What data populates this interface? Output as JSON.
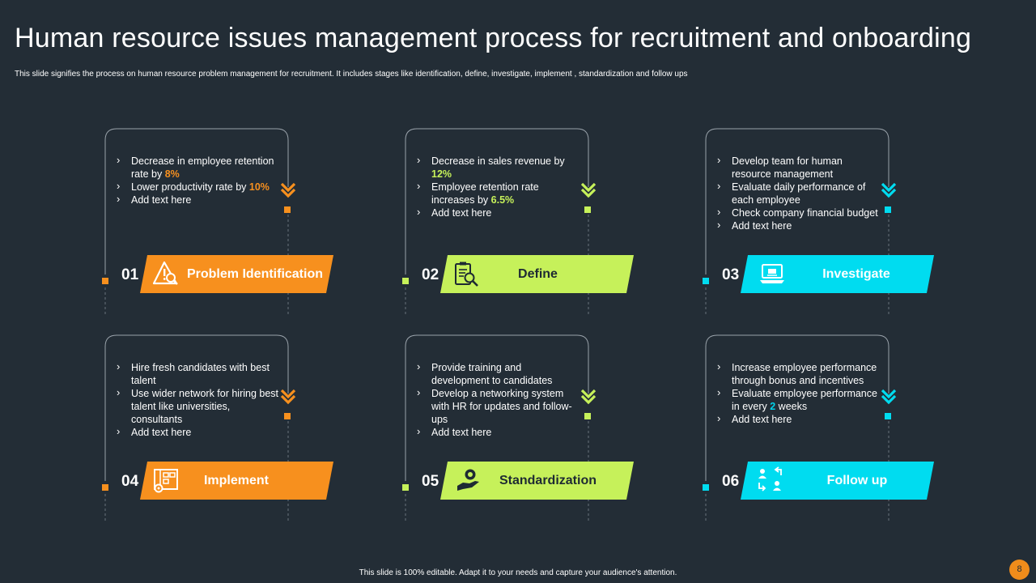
{
  "title": "Human resource issues management process for recruitment and onboarding",
  "subtitle": "This slide signifies the process on human resource problem management  for recruitment. It includes stages like identification, define, investigate, implement  , standardization and follow ups",
  "footer": "This slide is 100% editable.  Adapt it to your needs and capture your audience's attention.",
  "page_number": "8",
  "colors": {
    "background": "#232d36",
    "orange": "#f7901e",
    "green": "#c6f15a",
    "cyan": "#00dcf0"
  },
  "steps": [
    {
      "number": "01",
      "label": "Problem Identification",
      "icon": "warning-search-icon",
      "color": "orange",
      "bullets": [
        [
          {
            "t": "Decrease in employee retention rate by "
          },
          {
            "t": "8%",
            "hl": true
          }
        ],
        [
          {
            "t": "Lower productivity rate by "
          },
          {
            "t": "10%",
            "hl": true
          }
        ],
        [
          {
            "t": "Add text here"
          }
        ]
      ]
    },
    {
      "number": "02",
      "label": "Define",
      "icon": "clipboard-magnifier-icon",
      "color": "green",
      "bullets": [
        [
          {
            "t": "Decrease in sales revenue by "
          },
          {
            "t": "12%",
            "hl": true
          }
        ],
        [
          {
            "t": "Employee retention rate increases by "
          },
          {
            "t": "6.5%",
            "hl": true
          }
        ],
        [
          {
            "t": "Add text here"
          }
        ]
      ]
    },
    {
      "number": "03",
      "label": "Investigate",
      "icon": "laptop-icon",
      "color": "cyan",
      "bullets": [
        [
          {
            "t": "Develop team for human resource management"
          }
        ],
        [
          {
            "t": "Evaluate daily performance of each employee"
          }
        ],
        [
          {
            "t": "Check company financial budget"
          }
        ],
        [
          {
            "t": "Add text here"
          }
        ]
      ]
    },
    {
      "number": "04",
      "label": "Implement",
      "icon": "blueprint-gear-icon",
      "color": "orange",
      "bullets": [
        [
          {
            "t": "Hire fresh candidates with best talent"
          }
        ],
        [
          {
            "t": "Use wider network for hiring best talent like universities, consultants"
          }
        ],
        [
          {
            "t": "Add text here"
          }
        ]
      ]
    },
    {
      "number": "05",
      "label": "Standardization",
      "icon": "hand-badge-icon",
      "color": "green",
      "bullets": [
        [
          {
            "t": "Provide training and development to candidates"
          }
        ],
        [
          {
            "t": "Develop a networking system with HR for updates and follow-ups"
          }
        ],
        [
          {
            "t": "Add text here"
          }
        ]
      ]
    },
    {
      "number": "06",
      "label": "Follow up",
      "icon": "people-exchange-icon",
      "color": "cyan",
      "bullets": [
        [
          {
            "t": "Increase employee performance through bonus and incentives"
          }
        ],
        [
          {
            "t": "Evaluate employee performance in every "
          },
          {
            "t": "2",
            "hl": true
          },
          {
            "t": " weeks"
          }
        ],
        [
          {
            "t": "Add text here"
          }
        ]
      ]
    }
  ]
}
